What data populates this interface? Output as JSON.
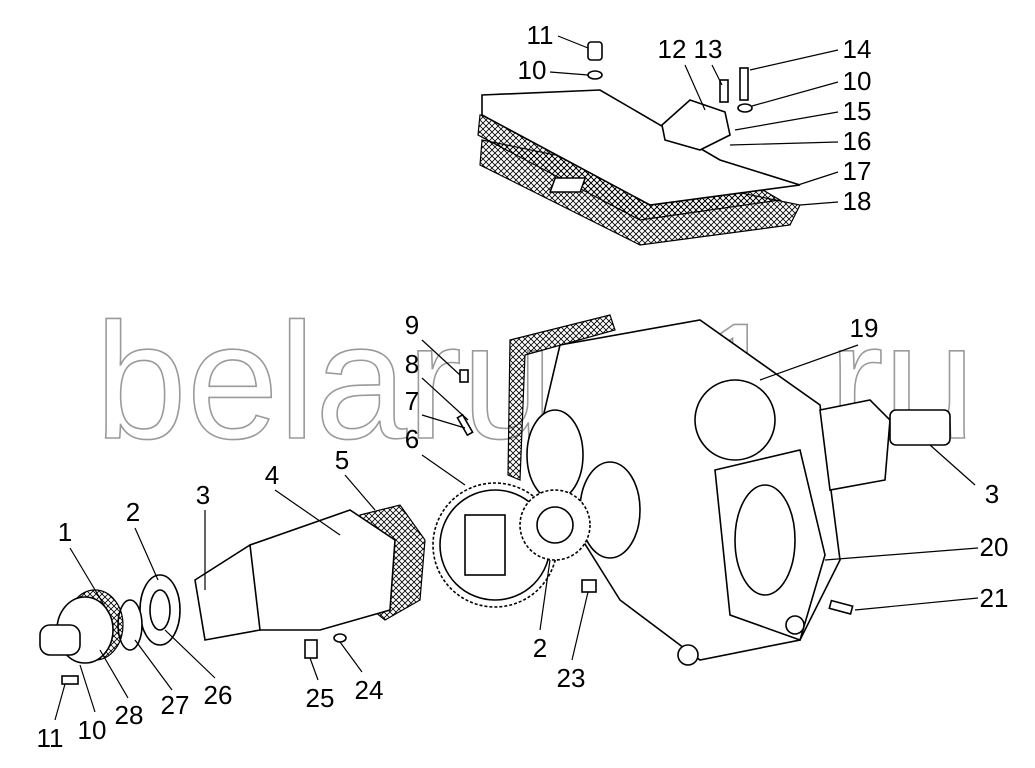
{
  "watermark": "belarus-1.ru",
  "labels": [
    {
      "text": "11"
    },
    {
      "text": "10"
    },
    {
      "text": "12"
    },
    {
      "text": "13"
    },
    {
      "text": "14"
    },
    {
      "text": "10"
    },
    {
      "text": "15"
    },
    {
      "text": "16"
    },
    {
      "text": "17"
    },
    {
      "text": "18"
    },
    {
      "text": "9"
    },
    {
      "text": "8"
    },
    {
      "text": "7"
    },
    {
      "text": "6"
    },
    {
      "text": "19"
    },
    {
      "text": "3"
    },
    {
      "text": "20"
    },
    {
      "text": "21"
    },
    {
      "text": "5"
    },
    {
      "text": "4"
    },
    {
      "text": "3"
    },
    {
      "text": "2"
    },
    {
      "text": "1"
    },
    {
      "text": "2"
    },
    {
      "text": "23"
    },
    {
      "text": "24"
    },
    {
      "text": "25"
    },
    {
      "text": "26"
    },
    {
      "text": "27"
    },
    {
      "text": "28"
    },
    {
      "text": "10"
    },
    {
      "text": "11"
    }
  ]
}
